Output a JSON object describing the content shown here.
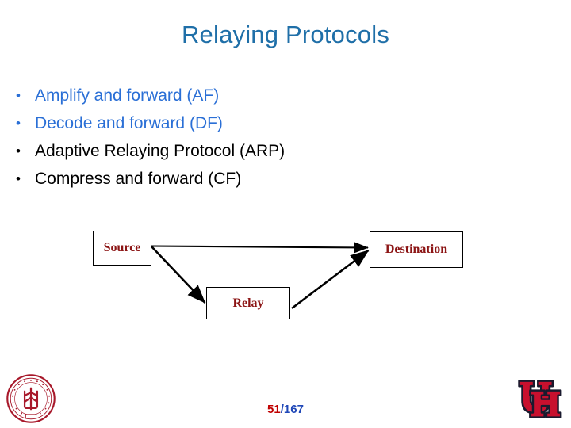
{
  "slide": {
    "title": "Relaying Protocols",
    "title_color": "#1F6FA8",
    "background_color": "#FFFFFF"
  },
  "bullets": [
    {
      "marker": "•",
      "text": "Amplify and forward (AF)",
      "color": "#2A6FD6"
    },
    {
      "marker": "•",
      "text": "Decode and forward (DF)",
      "color": "#2A6FD6"
    },
    {
      "marker": "•",
      "text": "Adaptive Relaying Protocol (ARP)",
      "color": "#000000"
    },
    {
      "marker": "•",
      "text": "Compress and forward (CF)",
      "color": "#000000"
    }
  ],
  "diagram": {
    "node_text_color": "#8C1515",
    "nodes": {
      "source": "Source",
      "relay": "Relay",
      "destination": "Destination"
    },
    "edges": [
      {
        "from": "Source",
        "to": "Destination"
      },
      {
        "from": "Source",
        "to": "Relay"
      },
      {
        "from": "Relay",
        "to": "Destination"
      }
    ]
  },
  "footer": {
    "page_current": "51",
    "page_total": "/167",
    "page_current_color": "#C00000",
    "page_total_color": "#2048B8",
    "logo_left": "peking-university-seal",
    "logo_right": "university-of-houston-uh"
  }
}
